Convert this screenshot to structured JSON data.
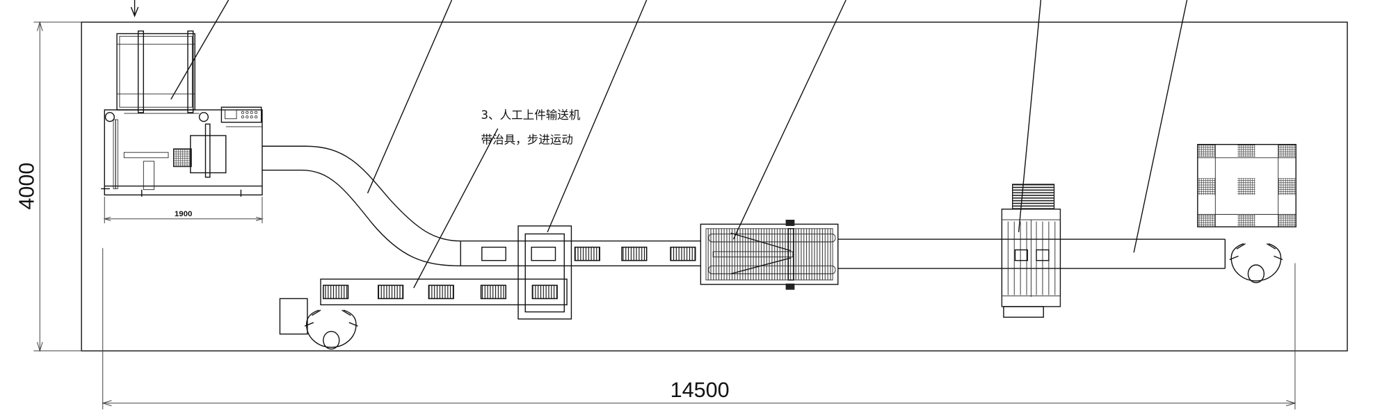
{
  "drawing": {
    "dimensions": {
      "height_label": "4000",
      "width_label": "14500",
      "machine_width_label": "1900"
    },
    "annotation": {
      "line1": "3、人工上件输送机",
      "line2": "带治具，步进运动"
    },
    "colors": {
      "line": "#111111",
      "background": "#ffffff"
    }
  }
}
